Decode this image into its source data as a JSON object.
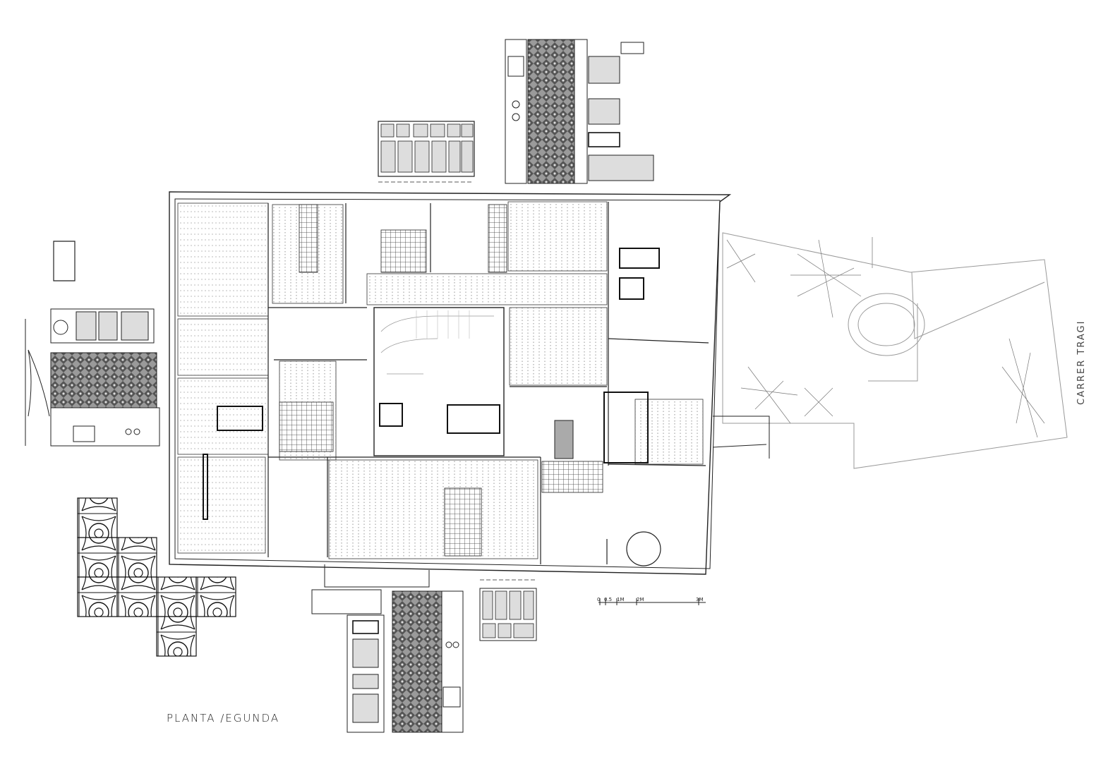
{
  "drawing": {
    "title": "PLANTA ∕EGUNDA",
    "street_label": "CARRER TRAGI",
    "scale_bar": {
      "ticks": [
        "0",
        "0.5",
        "1M",
        "2M",
        "3M"
      ]
    }
  }
}
